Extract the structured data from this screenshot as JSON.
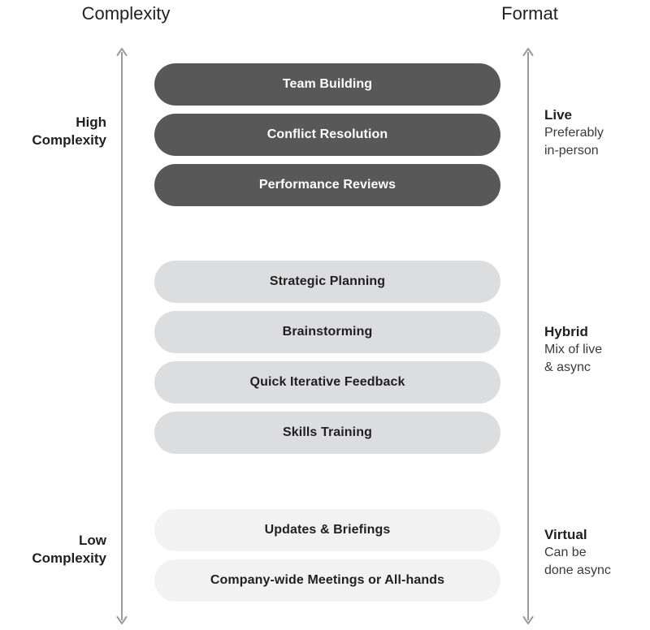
{
  "headers": {
    "left": "Complexity",
    "right": "Format"
  },
  "axes": {
    "complexity": {
      "name": "complexity-axis",
      "direction": "double-headed-vertical",
      "top_label": "High\nComplexity",
      "bottom_label": "Low\nComplexity",
      "color": "#9a9a9a"
    },
    "format": {
      "name": "format-axis",
      "direction": "double-headed-vertical",
      "color": "#9a9a9a"
    }
  },
  "format_blocks": [
    {
      "title": "Live",
      "description": "Preferably\nin-person"
    },
    {
      "title": "Hybrid",
      "description": "Mix of live\n& async"
    },
    {
      "title": "Virtual",
      "description": "Can be\ndone async"
    }
  ],
  "groups": [
    {
      "id": "high-complexity",
      "tone": "dark",
      "color": "#585858",
      "text_color": "#ffffff",
      "items": [
        {
          "label": "Team Building"
        },
        {
          "label": "Conflict Resolution"
        },
        {
          "label": "Performance Reviews"
        }
      ]
    },
    {
      "id": "medium-complexity",
      "tone": "mid",
      "color": "#dcdddf",
      "text_color": "#231f20",
      "items": [
        {
          "label": "Strategic Planning"
        },
        {
          "label": "Brainstorming"
        },
        {
          "label": "Quick Iterative Feedback"
        },
        {
          "label": "Skills Training"
        }
      ]
    },
    {
      "id": "low-complexity",
      "tone": "light",
      "color": "#f2f2f3",
      "text_color": "#231f20",
      "items": [
        {
          "label": "Updates & Briefings"
        },
        {
          "label": "Company-wide Meetings or All-hands"
        }
      ]
    }
  ]
}
